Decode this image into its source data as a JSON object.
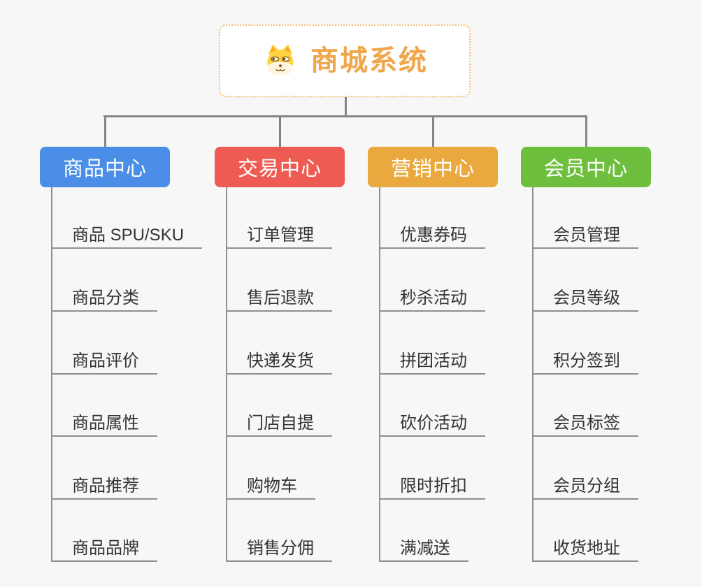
{
  "root": {
    "title": "商城系统",
    "icon": "dog-face-icon"
  },
  "branches": [
    {
      "label": "商品中心",
      "color": "#4a8ee8",
      "children": [
        "商品 SPU/SKU",
        "商品分类",
        "商品评价",
        "商品属性",
        "商品推荐",
        "商品品牌"
      ]
    },
    {
      "label": "交易中心",
      "color": "#ee5b52",
      "children": [
        "订单管理",
        "售后退款",
        "快递发货",
        "门店自提",
        "购物车",
        "销售分佣"
      ]
    },
    {
      "label": "营销中心",
      "color": "#eaa93e",
      "children": [
        "优惠券码",
        "秒杀活动",
        "拼团活动",
        "砍价活动",
        "限时折扣",
        "满减送"
      ]
    },
    {
      "label": "会员中心",
      "color": "#6fbf3e",
      "children": [
        "会员管理",
        "会员等级",
        "积分签到",
        "会员标签",
        "会员分组",
        "收货地址"
      ]
    }
  ],
  "colors": {
    "background": "#f7f7f7",
    "root_text": "#f0a64b",
    "root_border": "#f6c171",
    "connector": "#848484",
    "leaf_line": "#8f8f8f",
    "leaf_text": "#333333"
  }
}
